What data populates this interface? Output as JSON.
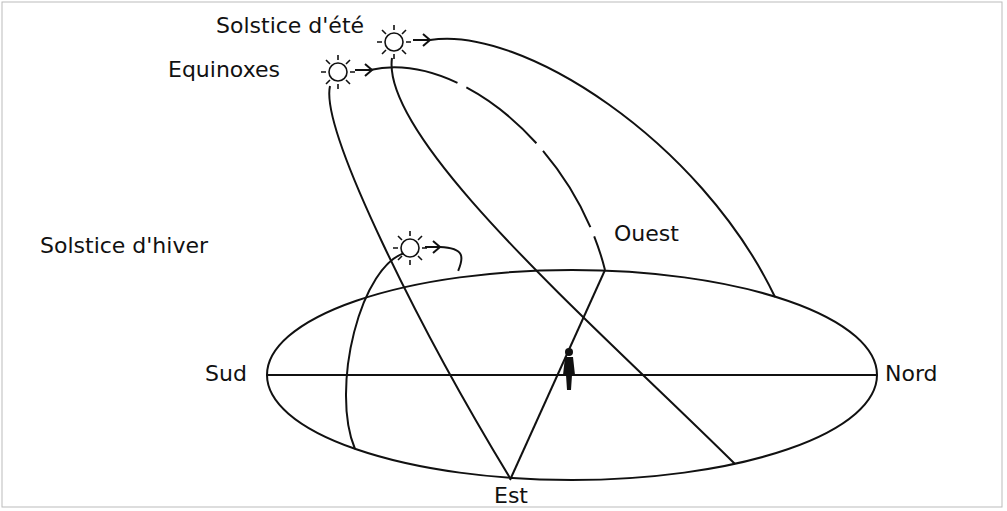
{
  "diagram": {
    "labels": [
      "Solstice d'été",
      "Equinoxes",
      "Solstice d'hiver",
      "Ouest",
      "Sud",
      "Nord",
      "Est"
    ]
  }
}
